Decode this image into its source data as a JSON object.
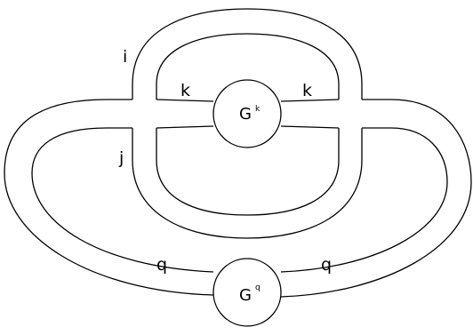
{
  "diagram": {
    "labels": {
      "i": "i",
      "j": "j",
      "k_left": "k",
      "k_right": "k",
      "q_left": "q",
      "q_right": "q"
    },
    "nodes": {
      "top": {
        "base": "G",
        "superscript": "k"
      },
      "bottom": {
        "base": "G",
        "superscript": "q"
      }
    },
    "colors": {
      "stroke": "#000000",
      "background": "#ffffff"
    }
  }
}
